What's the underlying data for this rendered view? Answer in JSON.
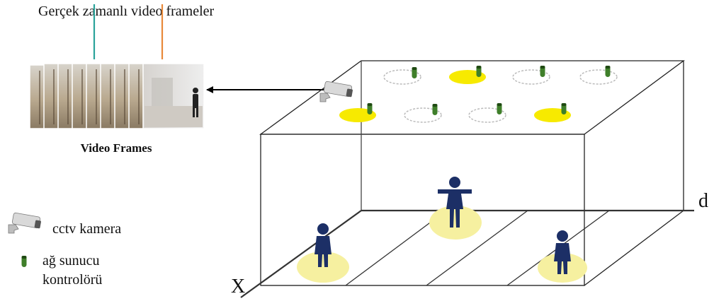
{
  "top_caption": "Gerçek zamanlı video frameler",
  "frames_caption": "Video Frames",
  "axis": {
    "x_label": "X",
    "d_label": "d"
  },
  "legend": {
    "camera_label": "cctv kamera",
    "controller_label_line1": "ağ sunucu",
    "controller_label_line2": "kontrolörü"
  },
  "colors": {
    "highlight": "#f7ea00",
    "floor_light": "#f6f0a0",
    "person": "#1c2f66",
    "controller": "#3f7f2a",
    "line_teal": "#2aa39a",
    "line_orange": "#e8893a"
  }
}
